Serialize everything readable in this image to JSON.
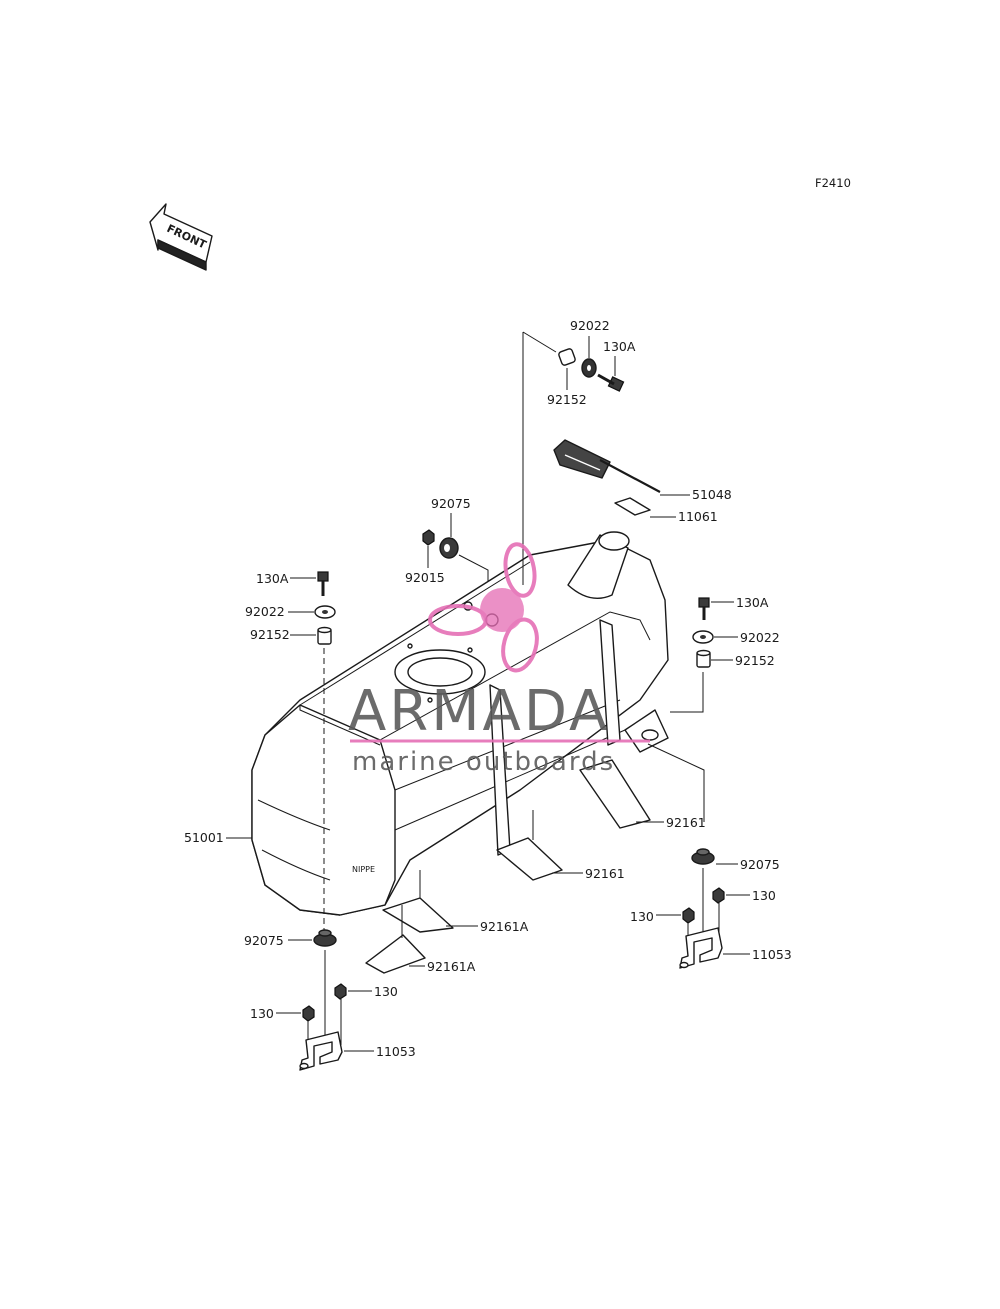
{
  "figure_code": "F2410",
  "front_label": "FRONT",
  "tank_label": "NIPPE",
  "watermark": {
    "brand": "ARMADA",
    "tagline": "marine outboards",
    "accent_color": "#e56fb5"
  },
  "parts": {
    "p92022_top": "92022",
    "p130A_top": "130A",
    "p92152_top": "92152",
    "p51048": "51048",
    "p11061": "11061",
    "p92075_top": "92075",
    "p92015": "92015",
    "p130A_left": "130A",
    "p92022_left": "92022",
    "p92152_left": "92152",
    "p130A_right": "130A",
    "p92022_right": "92022",
    "p92152_right": "92152",
    "p51001": "51001",
    "p92161_a": "92161",
    "p92161_b": "92161",
    "p92161A_a": "92161A",
    "p92161A_b": "92161A",
    "p92075_right": "92075",
    "p130_right_a": "130",
    "p130_right_b": "130",
    "p11053_right": "11053",
    "p92075_left": "92075",
    "p130_left_a": "130",
    "p130_left_b": "130",
    "p11053_left": "11053"
  }
}
